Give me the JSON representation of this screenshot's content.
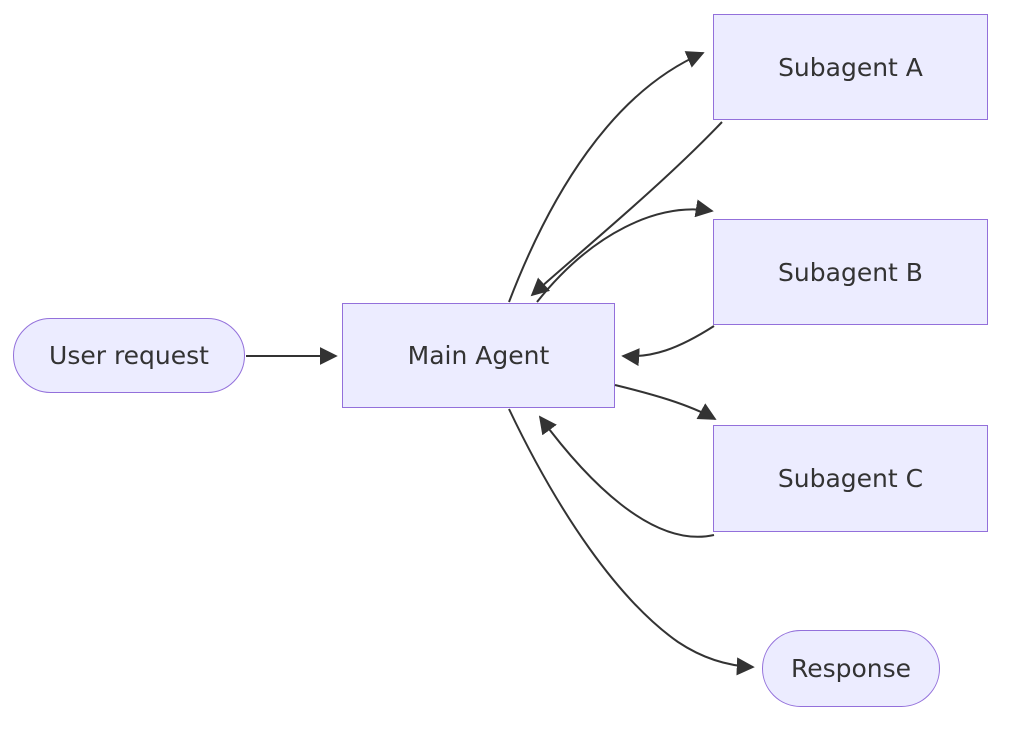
{
  "diagram": {
    "type": "flowchart",
    "direction": "left-to-right",
    "nodes": [
      {
        "id": "user-request",
        "label": "User request",
        "shape": "stadium"
      },
      {
        "id": "main-agent",
        "label": "Main Agent",
        "shape": "rectangle"
      },
      {
        "id": "subagent-a",
        "label": "Subagent A",
        "shape": "rectangle"
      },
      {
        "id": "subagent-b",
        "label": "Subagent B",
        "shape": "rectangle"
      },
      {
        "id": "subagent-c",
        "label": "Subagent C",
        "shape": "rectangle"
      },
      {
        "id": "response",
        "label": "Response",
        "shape": "stadium"
      }
    ],
    "edges": [
      {
        "from": "user-request",
        "to": "main-agent",
        "arrow": "arrowhead"
      },
      {
        "from": "main-agent",
        "to": "subagent-a",
        "arrow": "arrowhead"
      },
      {
        "from": "subagent-a",
        "to": "main-agent",
        "arrow": "arrowhead"
      },
      {
        "from": "main-agent",
        "to": "subagent-b",
        "arrow": "arrowhead"
      },
      {
        "from": "subagent-b",
        "to": "main-agent",
        "arrow": "arrowhead"
      },
      {
        "from": "main-agent",
        "to": "subagent-c",
        "arrow": "arrowhead"
      },
      {
        "from": "subagent-c",
        "to": "main-agent",
        "arrow": "arrowhead"
      },
      {
        "from": "main-agent",
        "to": "response",
        "arrow": "arrowhead"
      }
    ],
    "colors": {
      "background": "#FFFFFF",
      "node_fill": "#ECECFF",
      "node_border": "#9370DB",
      "edge": "#333333",
      "text": "#333333"
    }
  }
}
